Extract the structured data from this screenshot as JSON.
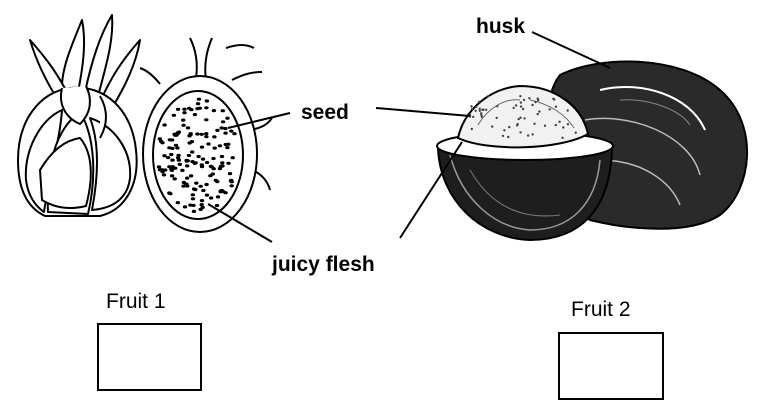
{
  "labels": {
    "husk": "husk",
    "seed": "seed",
    "juicy_flesh": "juicy flesh",
    "fruit1": "Fruit 1",
    "fruit2": "Fruit 2"
  },
  "answer_boxes": {
    "fruit1": "",
    "fruit2": ""
  },
  "colors": {
    "ink": "#000000",
    "paper": "#ffffff"
  }
}
